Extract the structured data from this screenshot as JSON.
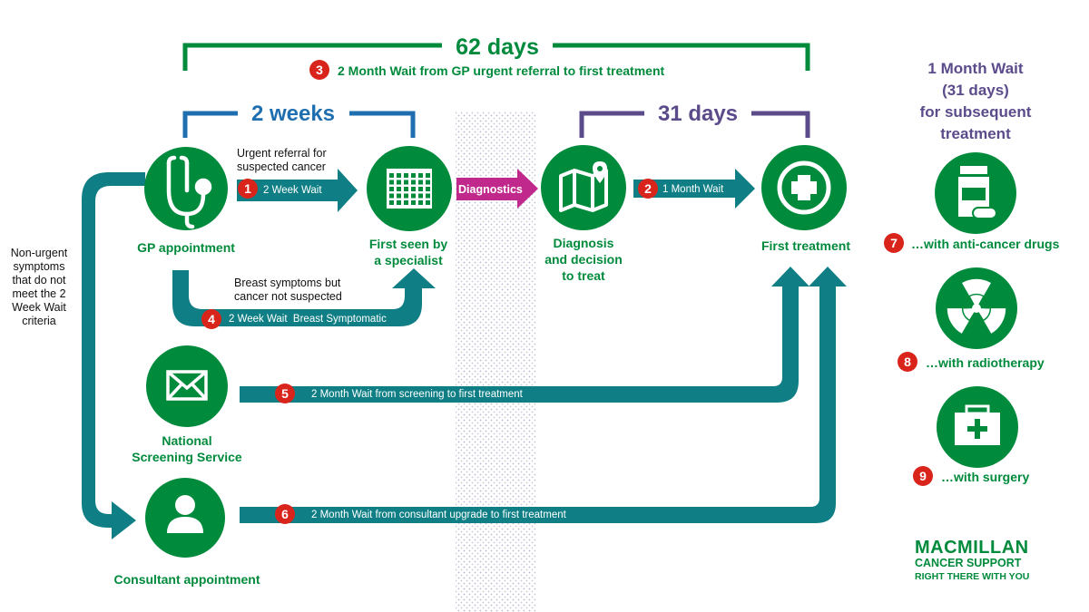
{
  "colors": {
    "green": "#008a3c",
    "teal": "#0f7f85",
    "blue": "#1f6fb0",
    "purple": "#5b4b8b",
    "magenta": "#c0288b",
    "red": "#d8241b"
  },
  "headers": {
    "days62": "62 days",
    "days62_caption": "2 Month Wait from GP urgent referral to first treatment",
    "days62_num": "3",
    "weeks2": "2 weeks",
    "days31": "31 days",
    "month_wait": [
      "1 Month Wait",
      "(31 days)",
      "for subsequent",
      "treatment"
    ]
  },
  "nodes": {
    "gp": {
      "label": "GP appointment",
      "icon": "stethoscope-icon"
    },
    "specialist": {
      "label": [
        "First seen by",
        "a specialist"
      ],
      "icon": "calendar-icon"
    },
    "diagnosis": {
      "label": [
        "Diagnosis",
        "and decision",
        "to treat"
      ],
      "icon": "map-icon"
    },
    "first_treatment": {
      "label": "First treatment",
      "icon": "medical-cross-icon"
    },
    "screening": {
      "label": [
        "National",
        "Screening Service"
      ],
      "icon": "envelope-icon"
    },
    "consultant": {
      "label": "Consultant appointment",
      "icon": "person-icon"
    }
  },
  "arrows": {
    "a1": {
      "num": "1",
      "text": "2 Week Wait",
      "note": [
        "Urgent referral for",
        "suspected cancer"
      ]
    },
    "diagnostics": "Diagnostics",
    "a2": {
      "num": "2",
      "text": "1 Month Wait"
    },
    "a4": {
      "num": "4",
      "text": "2 Week Wait  Breast Symptomatic",
      "note": [
        "Breast symptoms but",
        "cancer not suspected"
      ]
    },
    "a5": {
      "num": "5",
      "text": "2 Month Wait from screening to first treatment"
    },
    "a6": {
      "num": "6",
      "text": "2 Month Wait from consultant upgrade to first treatment"
    }
  },
  "non_urgent": [
    "Non-urgent",
    "symptoms",
    "that do not",
    "meet the 2",
    "Week Wait",
    "criteria"
  ],
  "subsequent": [
    {
      "num": "7",
      "text": "…with anti-cancer drugs",
      "icon": "pill-bottle-icon"
    },
    {
      "num": "8",
      "text": "…with radiotherapy",
      "icon": "radiation-icon"
    },
    {
      "num": "9",
      "text": "…with surgery",
      "icon": "first-aid-kit-icon"
    }
  ],
  "logo": {
    "line1": "MACMILLAN",
    "line2": "CANCER SUPPORT",
    "line3": "RIGHT THERE WITH YOU"
  }
}
